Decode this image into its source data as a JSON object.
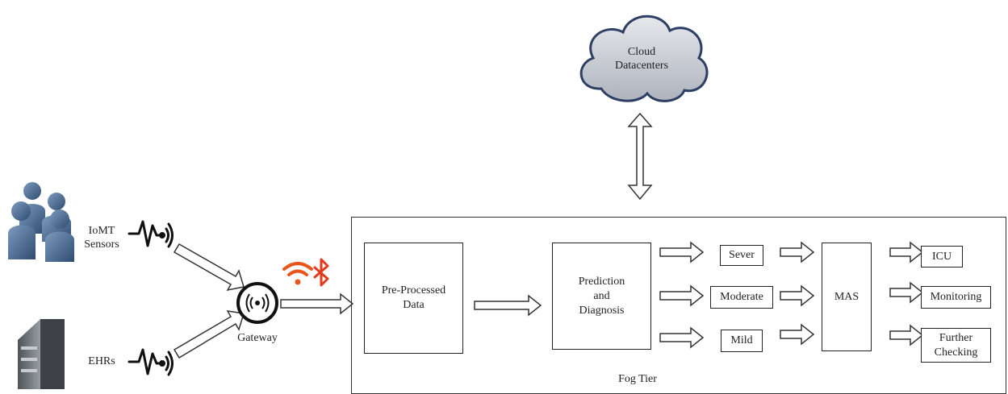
{
  "cloud": {
    "line1": "Cloud",
    "line2": "Datacenters"
  },
  "sources": {
    "iomt": {
      "line1": "IoMT",
      "line2": "Sensors"
    },
    "ehrs": {
      "label": "EHRs"
    }
  },
  "gateway": {
    "label": "Gateway"
  },
  "fog": {
    "label": "Fog Tier",
    "preprocessed": {
      "line1": "Pre-Processed",
      "line2": "Data"
    },
    "prediction": {
      "line1": "Prediction",
      "line2": "and",
      "line3": "Diagnosis"
    },
    "severity": {
      "sever": "Sever",
      "moderate": "Moderate",
      "mild": "Mild"
    },
    "mas": "MAS",
    "outcomes": {
      "icu": "ICU",
      "monitoring": "Monitoring",
      "further1": "Further",
      "further2": "Checking"
    }
  },
  "colors": {
    "cloud_fill": "#c9ccd3",
    "cloud_stroke": "#2e3f66",
    "wifi": "#e8561c",
    "bluetooth": "#e23a1e",
    "person": "#4b6a8f",
    "server": "#6e7378"
  },
  "icons": {
    "sources": [
      "people-icon",
      "server-icon"
    ],
    "signal": "signal-wave-icon",
    "gateway": "gateway-icon",
    "wireless": [
      "wifi-icon",
      "bluetooth-icon"
    ]
  }
}
